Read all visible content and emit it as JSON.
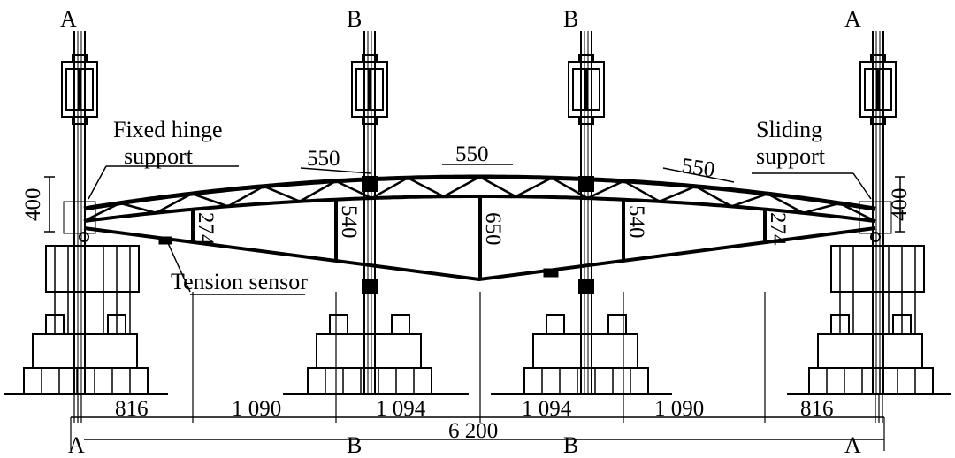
{
  "section_labels_top": [
    "A",
    "B",
    "B",
    "A"
  ],
  "section_labels_bottom": [
    "A",
    "B",
    "B",
    "A"
  ],
  "annotations": {
    "fixed_hinge": [
      "Fixed hinge",
      "support"
    ],
    "sliding": [
      "Sliding",
      "support"
    ],
    "tension_sensor": "Tension sensor"
  },
  "panel_dims": [
    "550",
    "550",
    "550"
  ],
  "end_heights": [
    "400",
    "400"
  ],
  "vertical_dims": [
    "274",
    "540",
    "650",
    "540",
    "274"
  ],
  "span_dims": [
    "816",
    "1 090",
    "1 094",
    "1 094",
    "1 090",
    "816"
  ],
  "total_span": "6 200"
}
